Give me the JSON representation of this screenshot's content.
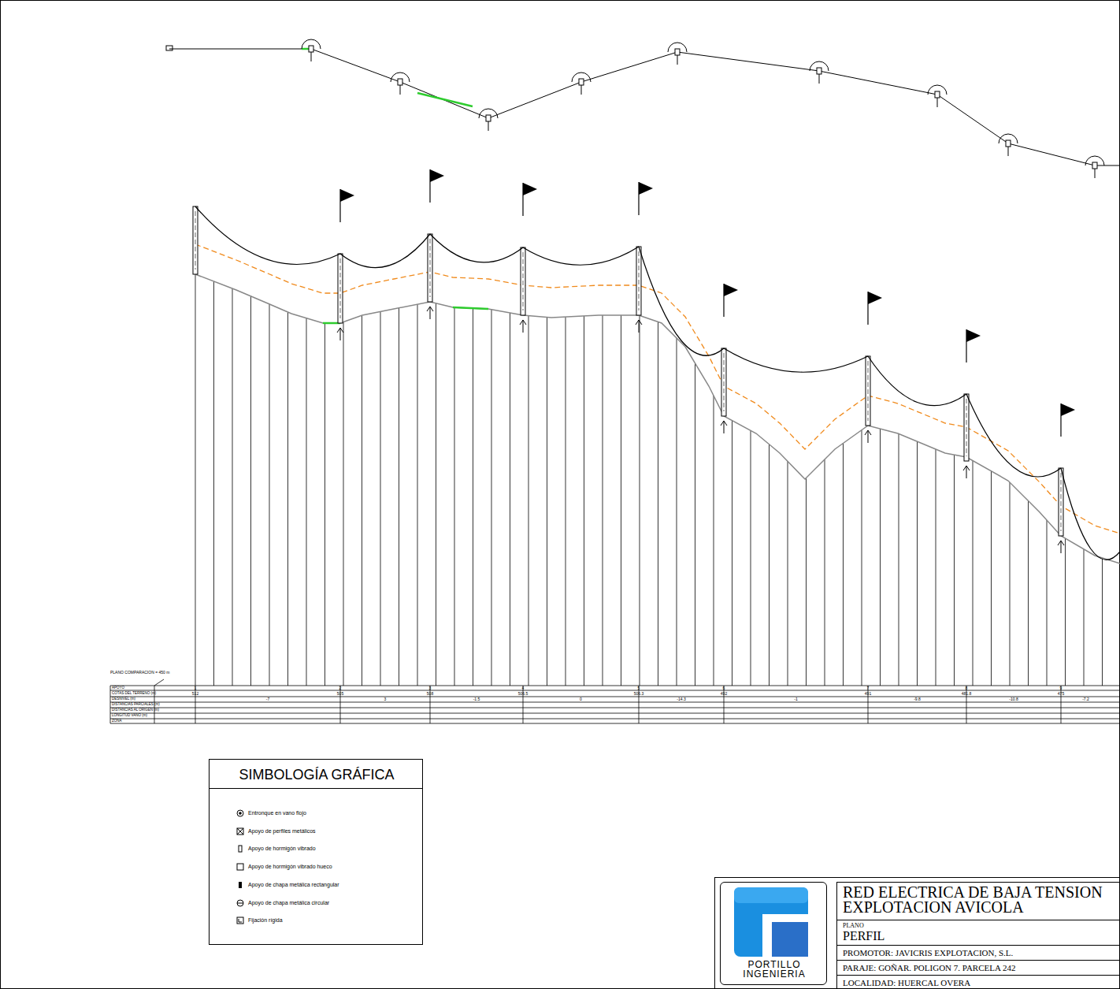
{
  "diagram": {
    "nodes": [
      {
        "text": [
          "SIMBOLOGÍA GRÁFICA"
        ]
      },
      {
        "text": [
          "PORTILLO INGENIERIA"
        ]
      },
      {
        "text": [
          "RED ELECTRICA DE BAJA TENSION EXPLOTACION AVICOLA",
          "PLANO",
          "PERFIL",
          "PROMOTOR: JAVICRIS EXPLOTACION, S.L.",
          "PARAJE: GOÑAR. POLIGON 7. PARCELA 242",
          "LOCALIDAD: HUERCAL OVERA"
        ]
      }
    ],
    "labels": [
      "PLANO COMPARACION = 450 m",
      "APOYO",
      "COTAS DEL TERRENO (m)",
      "DESNIVEL (m)",
      "DISTANCIAS PARCIALES (m)",
      "DISTANCIAS AL ORIGEN (m)",
      "LONGITUD VANO (m)",
      "ZONA",
      "1",
      "2",
      "3",
      "4",
      "5",
      "6",
      "7",
      "8",
      "9",
      "512",
      "505",
      "508",
      "506.5",
      "506.3",
      "492",
      "491",
      "481.8",
      "475",
      "-7",
      "3",
      "-1.5",
      "0",
      "-14.3",
      "-1",
      "-9.8",
      "-10.8",
      "-7.2"
    ],
    "legend": [
      {
        "text": "Entronque en vano flojo"
      },
      {
        "text": "Apoyo de perfiles metálicos"
      },
      {
        "text": "Apoyo de hormigón vibrado"
      },
      {
        "text": "Apoyo de hormigón vibrado hueco"
      },
      {
        "text": "Apoyo de chapa metálica rectangular"
      },
      {
        "text": "Apoyo de chapa metálica circular"
      },
      {
        "text": "Fijación rígida"
      }
    ]
  }
}
